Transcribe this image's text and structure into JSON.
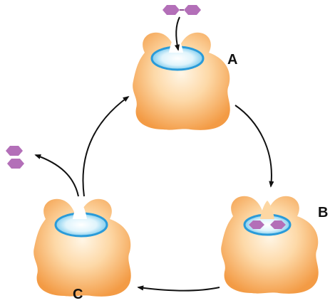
{
  "labels": {
    "a": "A",
    "b": "B",
    "c": "C"
  },
  "colors": {
    "enzyme_light": "#fff3df",
    "enzyme_mid": "#fdd7a3",
    "enzyme_dark": "#f39b45",
    "site_blue": "#2a9bd9",
    "site_light": "#cfeefa",
    "substrate": "#b36fb8",
    "arrow": "#111111"
  },
  "icons": {
    "substrate": "substrate-molecule-icon",
    "products": "product-molecule-icon"
  }
}
